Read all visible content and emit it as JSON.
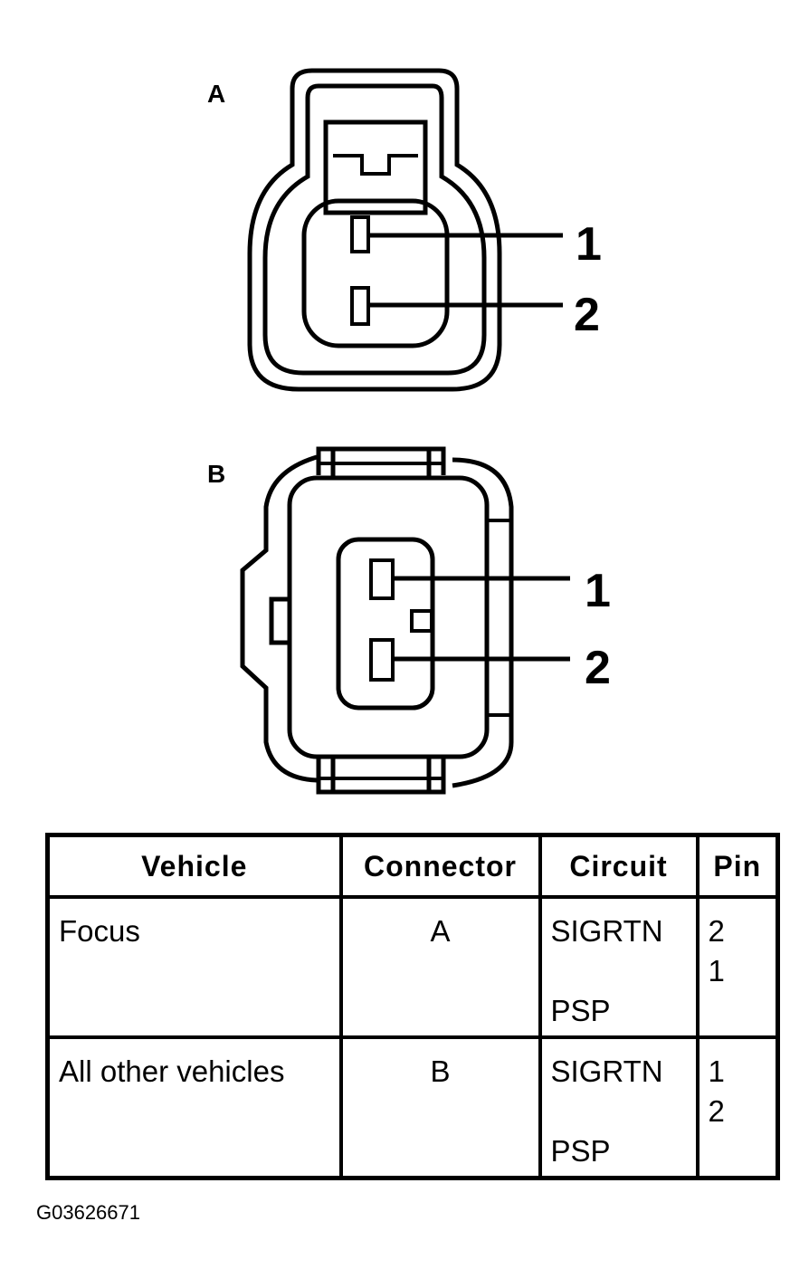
{
  "diagram": {
    "connector_a_label": "A",
    "connector_b_label": "B",
    "connector_a_pins": [
      "1",
      "2"
    ],
    "connector_b_pins": [
      "1",
      "2"
    ],
    "figure_id": "G03626671"
  },
  "table": {
    "headers": [
      "Vehicle",
      "Connector",
      "Circuit",
      "Pin"
    ],
    "rows": [
      {
        "vehicle": "Focus",
        "connector": "A",
        "circuits": [
          "SIGRTN",
          "PSP"
        ],
        "pins": [
          "2",
          "1"
        ]
      },
      {
        "vehicle": "All other vehicles",
        "connector": "B",
        "circuits": [
          "SIGRTN",
          "PSP"
        ],
        "pins": [
          "1",
          "2"
        ]
      }
    ]
  }
}
